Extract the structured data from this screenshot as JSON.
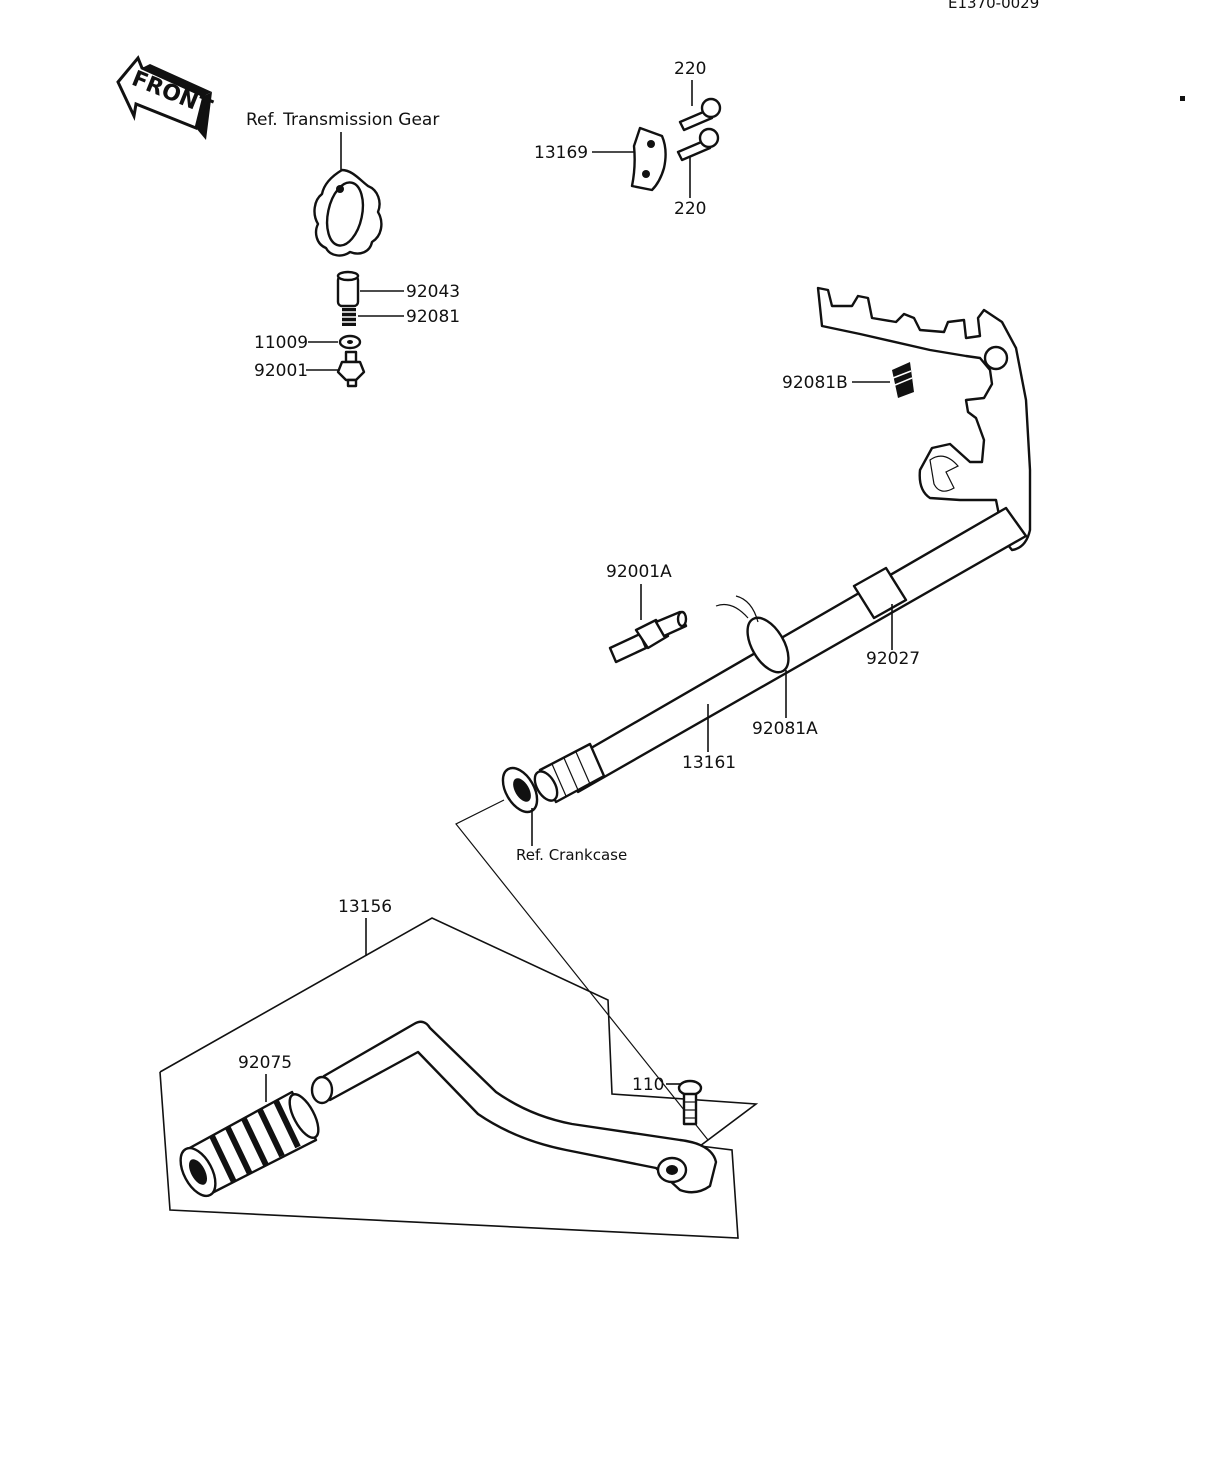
{
  "drawing_code": "E1370-0029",
  "front_label": "FRONT",
  "refs": {
    "transmission_gear": "Ref.  Transmission Gear",
    "crankcase": "Ref. Crankcase"
  },
  "parts": {
    "p220_top": "220",
    "p220_bottom": "220",
    "p13169": "13169",
    "p92043": "92043",
    "p92081": "92081",
    "p11009": "11009",
    "p92001": "92001",
    "p92081B": "92081B",
    "p92001A": "92001A",
    "p92027": "92027",
    "p92081A": "92081A",
    "p13161": "13161",
    "p13156": "13156",
    "p92075": "92075",
    "p110": "110"
  }
}
